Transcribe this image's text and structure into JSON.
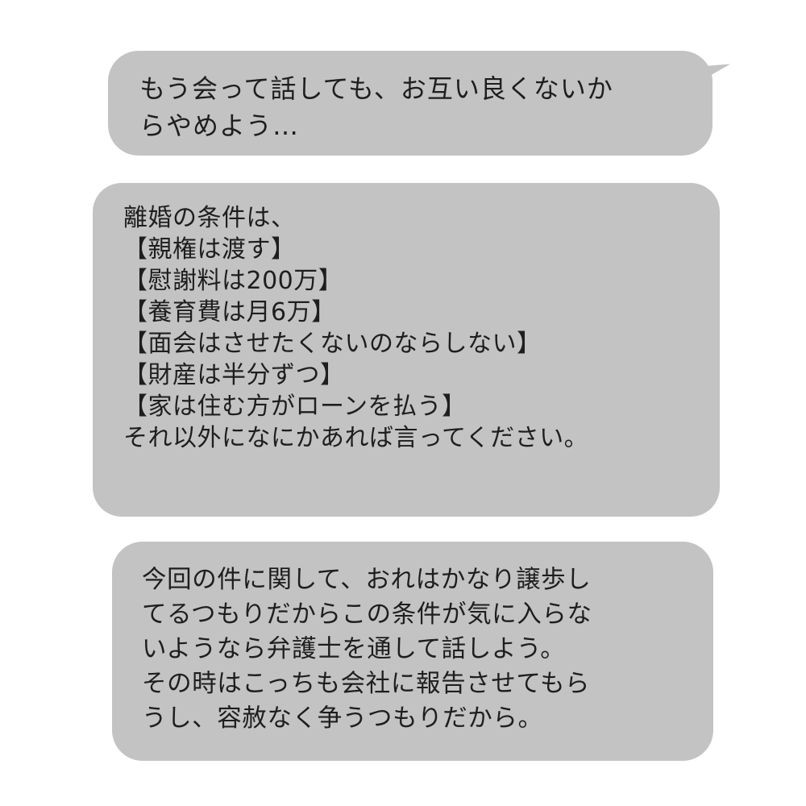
{
  "messages": [
    {
      "id": "b1",
      "direction": "outgoing",
      "lines": [
        "もう会って話しても、お互い良くないか",
        "らやめよう…"
      ]
    },
    {
      "id": "b2",
      "direction": "incoming",
      "lines": [
        "離婚の条件は、",
        "【親権は渡す】",
        "【慰謝料は200万】",
        "【養育費は月6万】",
        "【面会はさせたくないのならしない】",
        "【財産は半分ずつ】",
        "【家は住む方がローンを払う】",
        "それ以外になにかあれば言ってください。"
      ]
    },
    {
      "id": "b3",
      "direction": "incoming",
      "lines": [
        "今回の件に関して、おれはかなり譲歩し",
        "てるつもりだからこの条件が気に入らな",
        "いようなら弁護士を通して話しよう。",
        "その時はこっちも会社に報告させてもら",
        "うし、容赦なく争うつもりだから。"
      ]
    }
  ],
  "colors": {
    "bubble": "#c3c3c3",
    "background": "#ffffff",
    "text": "#1e1e1e"
  }
}
